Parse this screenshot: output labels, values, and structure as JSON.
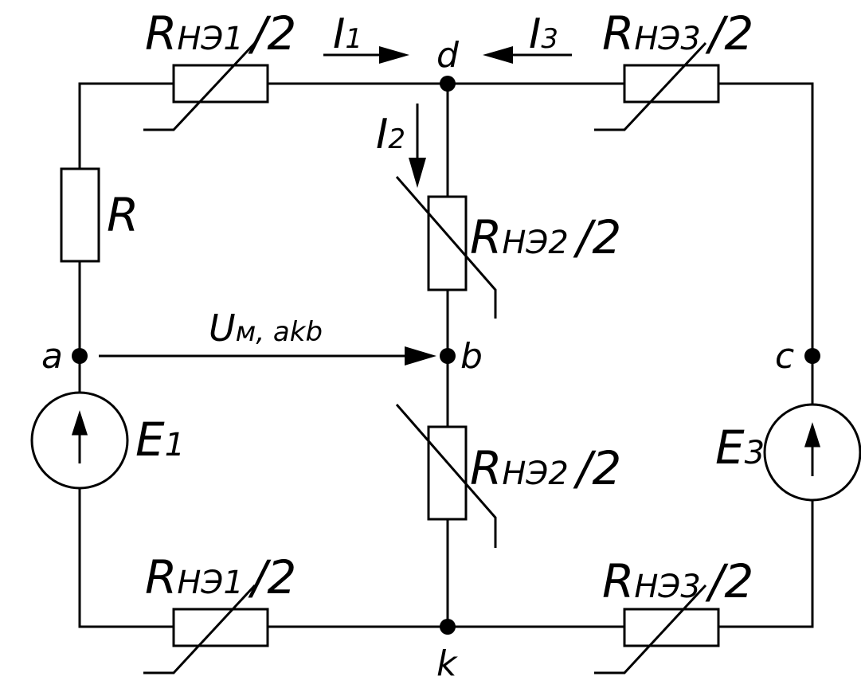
{
  "nodes": {
    "a": "a",
    "b": "b",
    "c": "c",
    "d": "d",
    "k": "k"
  },
  "resistors": {
    "rne1_top": {
      "main": "R",
      "sub": "НЭ1",
      "suffix": "/2"
    },
    "rne3_top": {
      "main": "R",
      "sub": "НЭ3",
      "suffix": "/2"
    },
    "rne2_upper": {
      "main": "R",
      "sub": "НЭ2",
      "suffix": "/2"
    },
    "rne2_lower": {
      "main": "R",
      "sub": "НЭ2",
      "suffix": "/2"
    },
    "rne1_bottom": {
      "main": "R",
      "sub": "НЭ1",
      "suffix": "/2"
    },
    "rne3_bottom": {
      "main": "R",
      "sub": "НЭ3",
      "suffix": "/2"
    },
    "r": {
      "main": "R"
    }
  },
  "sources": {
    "e1": {
      "main": "E",
      "sub": "1"
    },
    "e3": {
      "main": "E",
      "sub": "3"
    }
  },
  "currents": {
    "i1": {
      "main": "I",
      "sub": "1"
    },
    "i2": {
      "main": "I",
      "sub": "2"
    },
    "i3": {
      "main": "I",
      "sub": "3"
    }
  },
  "voltage": {
    "main": "U",
    "sub": "м, akb"
  }
}
